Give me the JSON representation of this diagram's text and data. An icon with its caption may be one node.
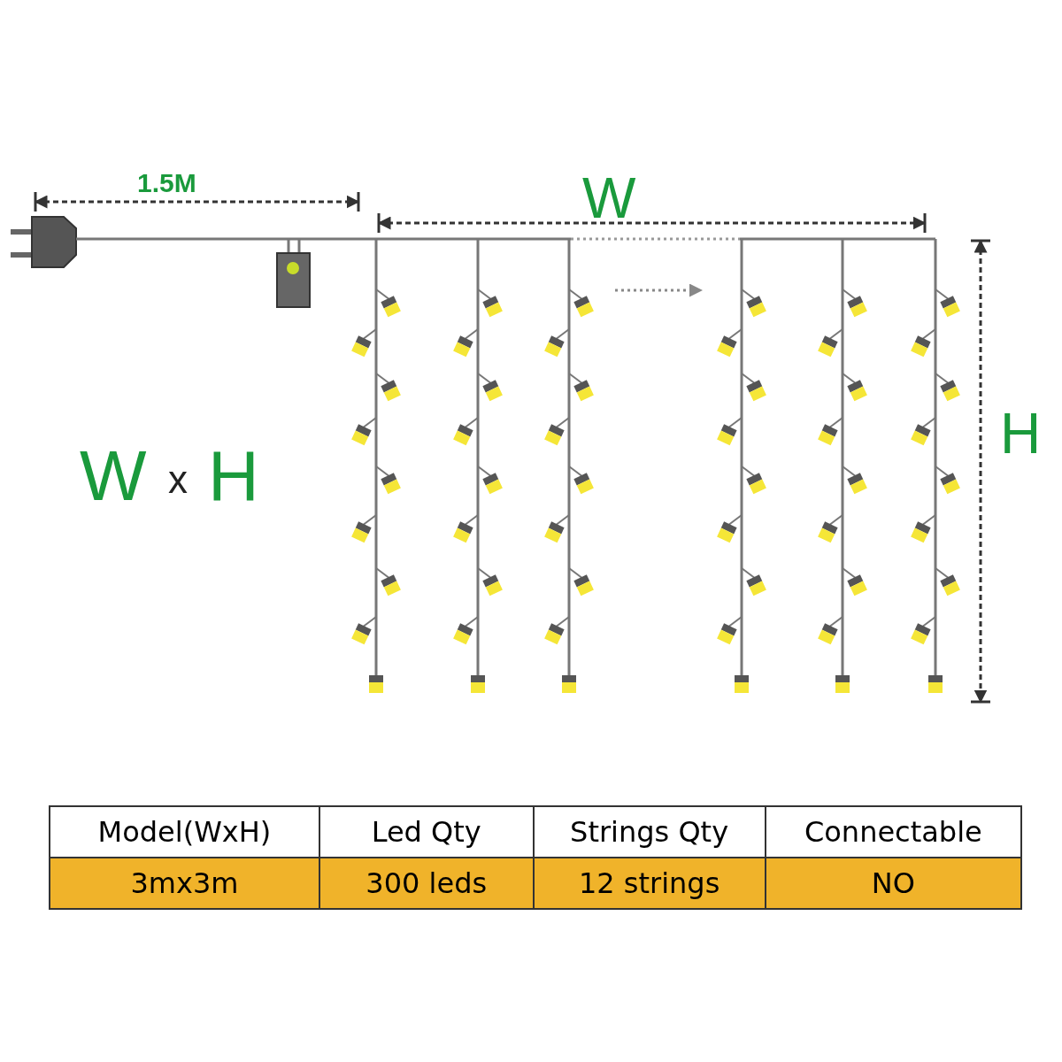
{
  "diagram": {
    "labels": [
      "1.5M",
      "W",
      "H",
      "W",
      "x",
      "H",
      "Model(WxH)",
      "Led Qty",
      "Strings Qty",
      "Connectable",
      "3mx3m",
      "300 leds",
      "12 strings",
      "NO"
    ]
  }
}
